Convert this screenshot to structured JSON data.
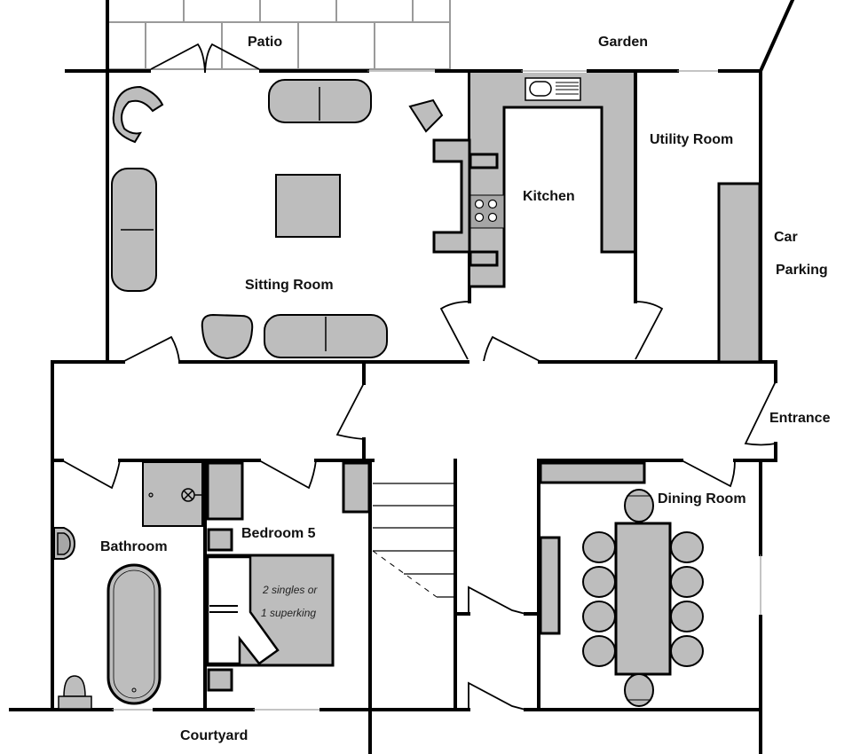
{
  "floorplan": {
    "outdoor": {
      "patio": "Patio",
      "garden": "Garden",
      "car_parking_line1": "Car",
      "car_parking_line2": "Parking",
      "courtyard": "Courtyard",
      "entrance": "Entrance"
    },
    "rooms": {
      "sitting_room": "Sitting Room",
      "kitchen": "Kitchen",
      "utility_room": "Utility Room",
      "bathroom": "Bathroom",
      "bedroom5": "Bedroom 5",
      "dining_room": "Dining Room"
    },
    "bed_note": {
      "line1": "2 singles or",
      "line2": "1 superking"
    },
    "colors": {
      "wall": "#000000",
      "furniture_fill": "#bdbdbd",
      "paving": "#9a9a9a",
      "background": "#ffffff"
    },
    "dining_chairs": 10
  }
}
